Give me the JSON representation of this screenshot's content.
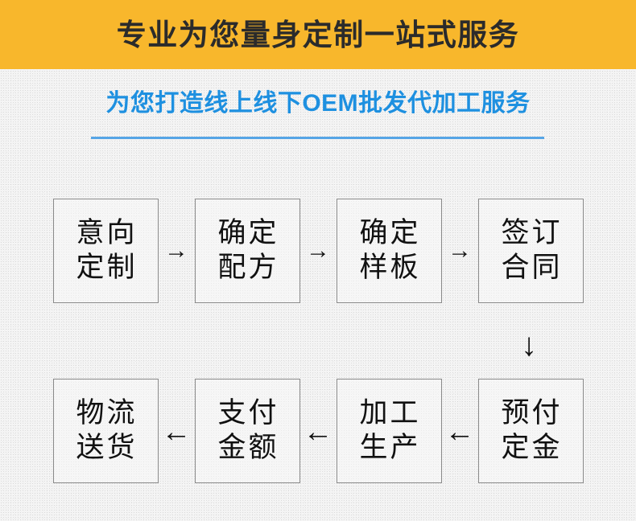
{
  "banner": {
    "title": "专业为您量身定制一站式服务",
    "background_color": "#f8b72c",
    "text_color": "#2b2b2b"
  },
  "subtitle": {
    "text": "为您打造线上线下OEM批发代加工服务",
    "color": "#1e90e0",
    "rule_color": "#56a5e6"
  },
  "flow": {
    "row1": {
      "direction": "left-to-right",
      "arrow_glyph": "→",
      "steps": [
        {
          "line1": "意向",
          "line2": "定制"
        },
        {
          "line1": "确定",
          "line2": "配方"
        },
        {
          "line1": "确定",
          "line2": "样板"
        },
        {
          "line1": "签订",
          "line2": "合同"
        }
      ]
    },
    "connector": {
      "glyph": "↓",
      "direction": "down"
    },
    "row2": {
      "direction": "right-to-left",
      "arrow_glyph": "←",
      "steps": [
        {
          "line1": "物流",
          "line2": "送货"
        },
        {
          "line1": "支付",
          "line2": "金额"
        },
        {
          "line1": "加工",
          "line2": "生产"
        },
        {
          "line1": "预付",
          "line2": "定金"
        }
      ]
    },
    "box_border_color": "#8a8a8a",
    "box_text_color": "#111111"
  },
  "page": {
    "background_color": "#f3f3f3"
  }
}
